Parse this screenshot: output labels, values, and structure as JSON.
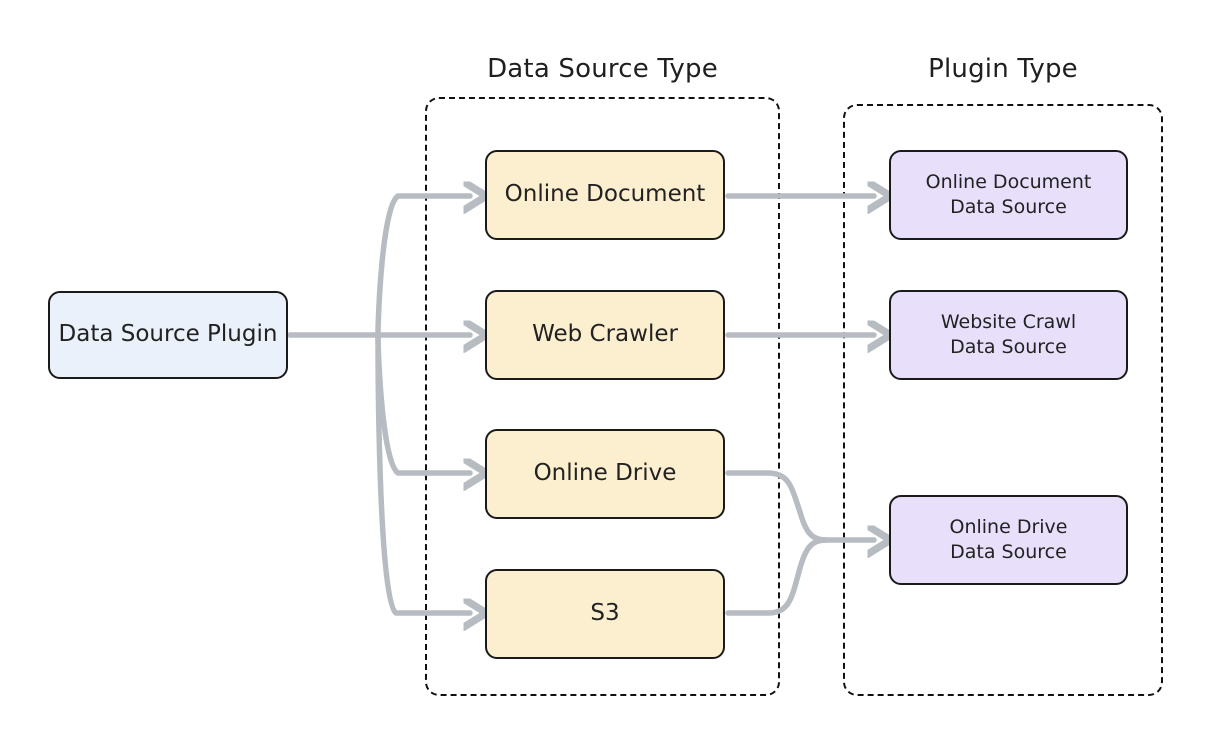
{
  "diagram": {
    "title_columns": [
      {
        "id": "data-source-type",
        "label": "Data Source Type"
      },
      {
        "id": "plugin-type",
        "label": "Plugin Type"
      }
    ],
    "root": {
      "id": "data-source-plugin",
      "label": "Data Source Plugin",
      "fill": "#eaf1fb",
      "stroke": "#1a1a1a"
    },
    "data_source_types": [
      {
        "id": "online-document",
        "label": "Online Document",
        "fill": "#fcefcf"
      },
      {
        "id": "web-crawler",
        "label": "Web Crawler",
        "fill": "#fcefcf"
      },
      {
        "id": "online-drive",
        "label": "Online Drive",
        "fill": "#fcefcf"
      },
      {
        "id": "s3",
        "label": "S3",
        "fill": "#fcefcf"
      }
    ],
    "plugin_types": [
      {
        "id": "online-document-data-source",
        "line1": "Online Document",
        "line2": "Data Source",
        "fill": "#e8dffb"
      },
      {
        "id": "website-crawl-data-source",
        "line1": "Website Crawl",
        "line2": "Data Source",
        "fill": "#e8dffb"
      },
      {
        "id": "online-drive-data-source",
        "line1": "Online Drive",
        "line2": "Data Source",
        "fill": "#e8dffb"
      }
    ],
    "edge_color": "#b7bcc2",
    "connections": [
      {
        "from": "data-source-plugin",
        "to": "online-document"
      },
      {
        "from": "data-source-plugin",
        "to": "web-crawler"
      },
      {
        "from": "data-source-plugin",
        "to": "online-drive"
      },
      {
        "from": "data-source-plugin",
        "to": "s3"
      },
      {
        "from": "online-document",
        "to": "online-document-data-source"
      },
      {
        "from": "web-crawler",
        "to": "website-crawl-data-source"
      },
      {
        "from": "online-drive",
        "to": "online-drive-data-source"
      },
      {
        "from": "s3",
        "to": "online-drive-data-source"
      }
    ]
  }
}
